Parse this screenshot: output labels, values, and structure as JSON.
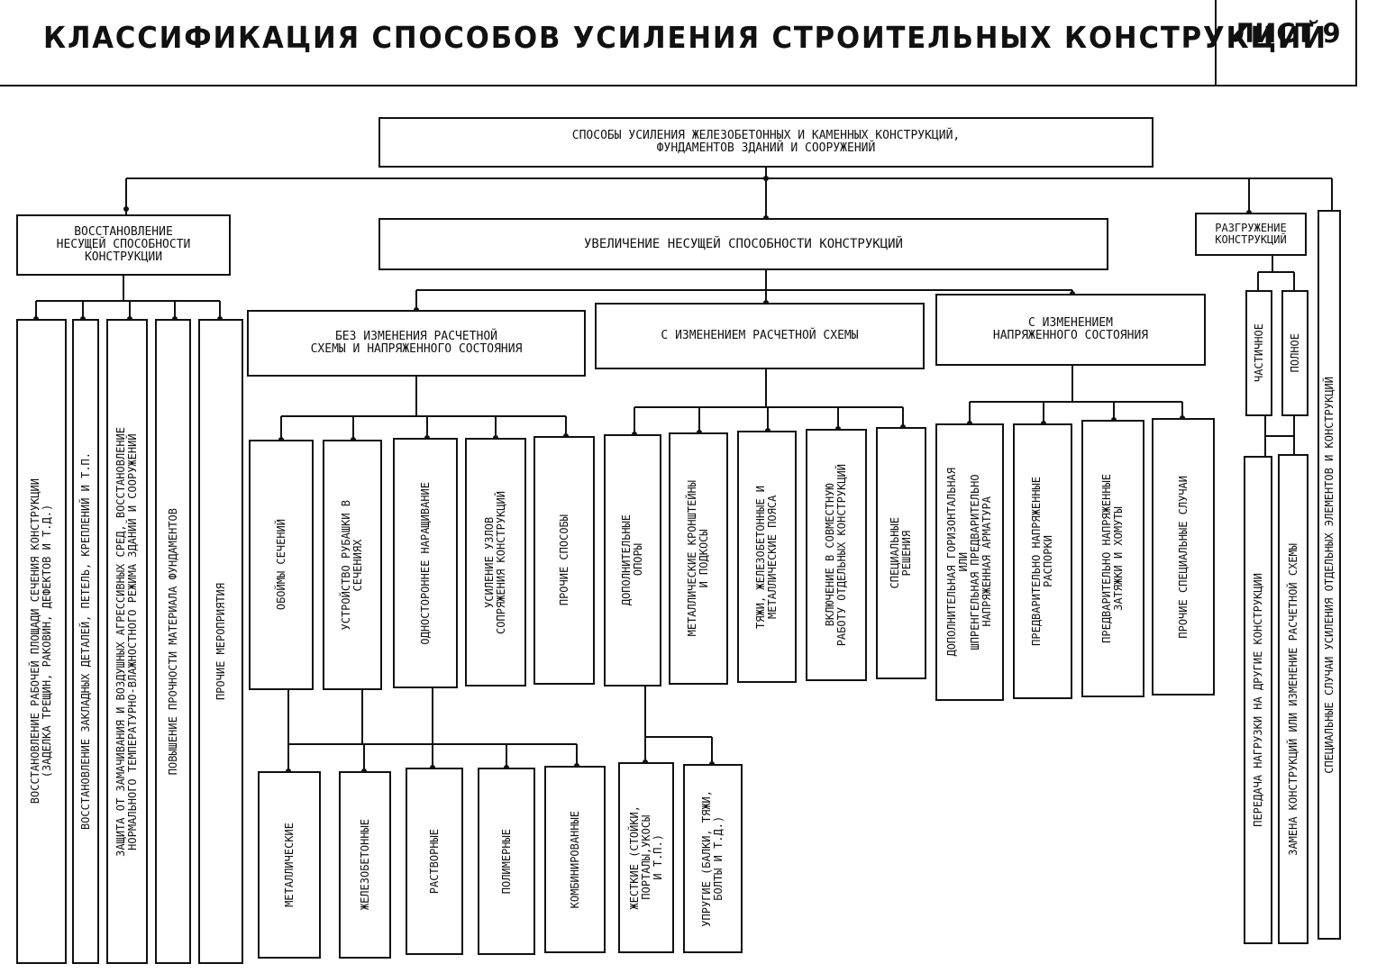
{
  "header": {
    "title": "КЛАССИФИКАЦИЯ СПОСОБОВ УСИЛЕНИЯ СТРОИТЕЛЬНЫХ КОНСТРУКЦИЙ",
    "sheet": "ЛИСТ 9"
  },
  "diagram": {
    "root": "СПОСОБЫ УСИЛЕНИЯ ЖЕЛЕЗОБЕТОННЫХ И КАМЕННЫХ КОНСТРУКЦИЙ,\nФУНДАМЕНТОВ ЗДАНИЙ И СООРУЖЕНИЙ",
    "restore": {
      "label": "ВОССТАНОВЛЕНИЕ\nНЕСУЩЕЙ СПОСОБНОСТИ\nКОНСТРУКЦИИ",
      "items": [
        "ВОССТАНОВЛЕНИЕ РАБОЧЕЙ ПЛОЩАДИ СЕЧЕНИЯ КОНСТРУКЦИИ\n(ЗАДЕЛКА ТРЕЩИН, РАКОВИН, ДЕФЕКТОВ И Т.Д.)",
        "ВОССТАНОВЛЕНИЕ ЗАКЛАДНЫХ ДЕТАЛЕЙ, ПЕТЕЛЬ, КРЕПЛЕНИЙ И Т.П.",
        "ЗАЩИТА ОТ ЗАМАЧИВАНИЯ И ВОЗДУШНЫХ АГРЕССИВНЫХ СРЕД, ВОССТАНОВЛЕНИЕ\nНОРМАЛЬНОГО ТЕМПЕРАТУРНО-ВЛАЖНОСТНОГО РЕЖИМА ЗДАНИЙ И СООРУЖЕНИЙ",
        "ПОВЫШЕНИЕ ПРОЧНОСТИ МАТЕРИАЛА ФУНДАМЕНТОВ",
        "ПРОЧИЕ МЕРОПРИЯТИЯ"
      ]
    },
    "increase": {
      "label": "УВЕЛИЧЕНИЕ НЕСУЩЕЙ СПОСОБНОСТИ КОНСТРУКЦИЙ",
      "groups": [
        {
          "label": "БЕЗ ИЗМЕНЕНИЯ РАСЧЕТНОЙ\nСХЕМЫ И НАПРЯЖЕННОГО СОСТОЯНИЯ",
          "items": [
            "ОБОЙМЫ СЕЧЕНИЙ",
            "УСТРОЙСТВО РУБАШКИ В\nСЕЧЕНИЯХ",
            "ОДНОСТОРОННЕЕ НАРАЩИВАНИЕ",
            "УСИЛЕНИЕ УЗЛОВ\nСОПРЯЖЕНИЯ КОНСТРУКЦИЙ",
            "ПРОЧИЕ СПОСОБЫ"
          ],
          "subitems": [
            "МЕТАЛЛИЧЕСКИЕ",
            "ЖЕЛЕЗОБЕТОННЫЕ",
            "РАСТВОРНЫЕ",
            "ПОЛИМЕРНЫЕ",
            "КОМБИНИРОВАННЫЕ"
          ]
        },
        {
          "label": "С ИЗМЕНЕНИЕМ РАСЧЕТНОЙ СХЕМЫ",
          "items": [
            "ДОПОЛНИТЕЛЬНЫЕ\nОПОРЫ",
            "МЕТАЛЛИЧЕСКИЕ КРОНШТЕЙНЫ\nИ ПОДКОСЫ",
            "ТЯЖИ, ЖЕЛЕЗОБЕТОННЫЕ И\nМЕТАЛЛИЧЕСКИЕ ПОЯСА",
            "ВКЛЮЧЕНИЕ В СОВМЕСТНУЮ\nРАБОТУ ОТДЕЛЬНЫХ КОНСТРУКЦИЙ",
            "СПЕЦИАЛЬНЫЕ\nРЕШЕНИЯ"
          ],
          "subitems": [
            "ЖЕСТКИЕ (СТОЙКИ,\nПОРТАЛЫ,УКОСЫ\nИ Т.П.)",
            "УПРУГИЕ (БАЛКИ, ТЯЖИ,\nБОЛТЫ И Т.Д.)"
          ]
        },
        {
          "label": "С ИЗМЕНЕНИЕМ\nНАПРЯЖЕННОГО СОСТОЯНИЯ",
          "items": [
            "ДОПОЛНИТЕЛЬНАЯ ГОРИЗОНТАЛЬНАЯ\nИЛИ\nШПРЕНГЕЛЬНАЯ ПРЕДВАРИТЕЛЬНО\nНАПРЯЖЕННАЯ АРМАТУРА",
            "ПРЕДВАРИТЕЛЬНО НАПРЯЖЕННЫЕ\nРАСПОРКИ",
            "ПРЕДВАРИТЕЛЬНО НАПРЯЖЕННЫЕ\nЗАТЯЖКИ И ХОМУТЫ",
            "ПРОЧИЕ СПЕЦИАЛЬНЫЕ СЛУЧАИ"
          ]
        }
      ]
    },
    "unload": {
      "label": "РАЗГРУЖЕНИЕ\nКОНСТРУКЦИЙ",
      "types": [
        "ЧАСТИЧНОЕ",
        "ПОЛНОЕ"
      ],
      "items": [
        "ПЕРЕДАЧА НАГРУЗКИ НА ДРУГИЕ КОНСТРУКЦИИ",
        "ЗАМЕНА КОНСТРУКЦИЙ ИЛИ ИЗМЕНЕНИЕ РАСЧЕТНОЙ СХЕМЫ"
      ]
    },
    "special": "СПЕЦИАЛЬНЫЕ СЛУЧАИ УСИЛЕНИЯ ОТДЕЛЬНЫХ ЭЛЕМЕНТОВ И КОНСТРУКЦИЙ"
  }
}
